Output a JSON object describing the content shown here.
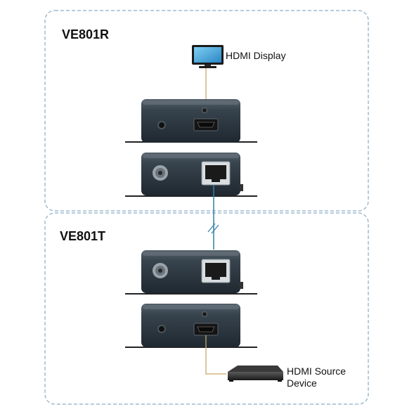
{
  "receiver": {
    "title": "VE801R",
    "display_label": "HDMI Display"
  },
  "transmitter": {
    "title": "VE801T",
    "source_label_line1": "HDMI Source",
    "source_label_line2": "Device"
  },
  "colors": {
    "panel_border": "#9fbcd0",
    "device_body": "#2f3a44",
    "hdmi_cable": "#c9a86a",
    "cat_cable": "#2f7fa8"
  }
}
